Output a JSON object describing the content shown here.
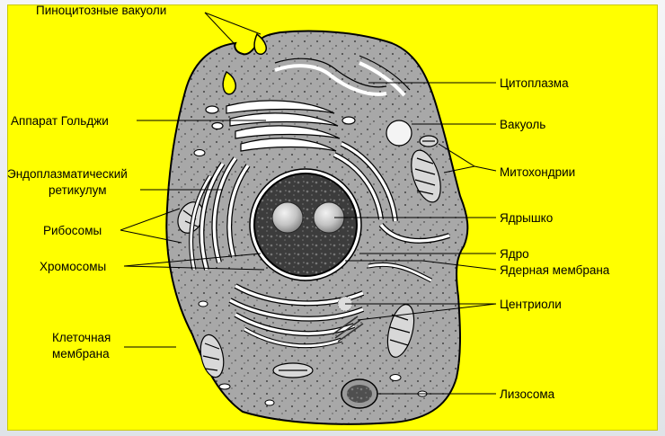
{
  "labels": {
    "pinocytic": "Пиноцитозные вакуоли",
    "cytoplasm": "Цитоплазма",
    "golgi": "Аппарат Гольджи",
    "vacuole": "Вакуоль",
    "mitochondria": "Митохондрии",
    "er_line1": "Эндоплазматический",
    "er_line2": "ретикулум",
    "ribosomes": "Рибосомы",
    "nucleolus": "Ядрышко",
    "nucleus": "Ядро",
    "chromosomes": "Хромосомы",
    "nuclear_membrane": "Ядерная мембрана",
    "centrioles": "Центриоли",
    "cell_membrane_line1": "Клеточная",
    "cell_membrane_line2": "мембрана",
    "lysosome": "Лизосома"
  },
  "colors": {
    "background": "#ffff00",
    "cytoplasm": "#a8a8a8",
    "nucleus": "#3a3a3a",
    "organelle": "#ffffff",
    "outline": "#000000"
  }
}
